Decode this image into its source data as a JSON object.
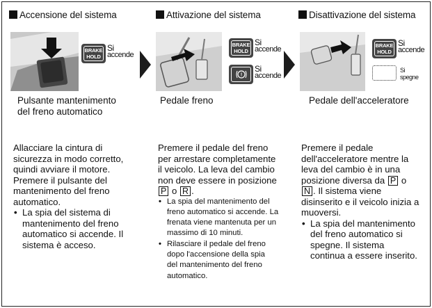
{
  "columns": [
    {
      "heading": "Accensione del sistema",
      "indicator": {
        "badge_top": "BRAKE",
        "badge_bottom": "HOLD",
        "state_line1": "Si",
        "state_line2": "accende"
      },
      "caption_line1": "Pulsante mantenimento",
      "caption_line2": "del freno automatico",
      "body_lines": [
        "Allacciare la cintura di",
        "sicurezza in modo corretto,",
        "quindi avviare il motore.",
        "Premere il pulsante del",
        "mantenimento del freno",
        "automatico."
      ],
      "bullet_lines": [
        "La spia del sistema di",
        "mantenimento del freno",
        "automatico si accende. Il",
        "sistema è acceso."
      ]
    },
    {
      "heading": "Attivazione del sistema",
      "indicator": {
        "badge_top": "BRAKE",
        "badge_bottom": "HOLD",
        "state_line1": "Si",
        "state_line2": "accende",
        "icon_state_line1": "Si",
        "icon_state_line2": "accende",
        "icon_name": "brake-warning-icon"
      },
      "caption_line1": "Pedale freno",
      "body_lines": [
        "Premere il pedale del freno",
        "per arrestare completamente",
        "il veicolo. La leva del cambio",
        "non deve essere in posizione"
      ],
      "pos_p": "P",
      "pos_o": "o",
      "pos_r": "R",
      "bullet1_lines": [
        "La spia del mantenimento del",
        "freno automatico si accende. La",
        "frenata viene mantenuta per un",
        "massimo di 10 minuti."
      ],
      "bullet2_lines": [
        "Rilasciare il pedale del freno",
        "dopo l'accensione della spia",
        "del mantenimento del freno",
        "automatico."
      ]
    },
    {
      "heading": "Disattivazione del sistema",
      "indicator": {
        "badge_top": "BRAKE",
        "badge_bottom": "HOLD",
        "state_line1": "Si",
        "state_line2": "accende",
        "off_line1": "Si",
        "off_line2": "spegne"
      },
      "caption_line1": "Pedale dell'acceleratore",
      "body_lines": [
        "Premere il pedale",
        "dell'acceleratore mentre la",
        "leva del cambio è in una",
        "posizione diversa da"
      ],
      "pos_p": "P",
      "pos_o": "o",
      "pos_n": "N",
      "body_tail_lines": [
        ". Il sistema viene",
        "disinserito e il veicolo inizia a",
        "muoversi."
      ],
      "bullet_lines": [
        "La spia del mantenimento",
        "del freno automatico si",
        "spegne. Il sistema",
        "continua a essere inserito."
      ]
    }
  ]
}
